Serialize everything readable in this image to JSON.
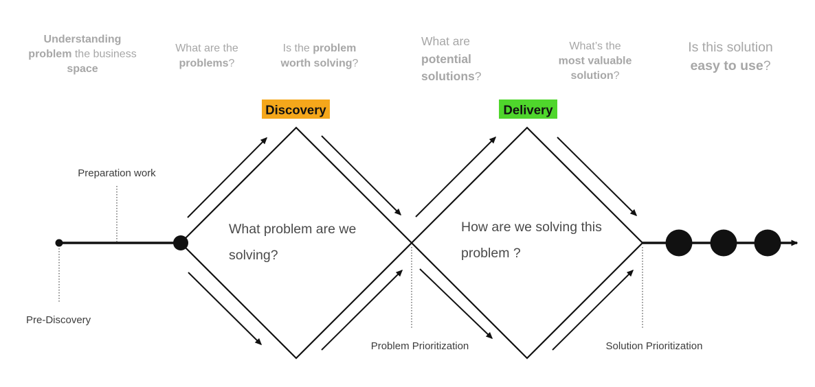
{
  "colors": {
    "discovery_bg": "#F5A71B",
    "delivery_bg": "#4FD62C",
    "heading_gray": "#A7A7A7",
    "label_gray": "#3C3C3C",
    "question_gray": "#4A4A4A",
    "ink": "#111111"
  },
  "headings": {
    "understanding": {
      "line1_bold": "Understanding",
      "line2_bold": "problem ",
      "line2_regular": "the business",
      "line3_bold": "space"
    },
    "what_problems": {
      "line1_regular": "What are the",
      "line2_bold": "problems",
      "line2_qmark": "?"
    },
    "worth_solving": {
      "line1_regular": "Is the ",
      "line1_bold": "problem",
      "line2_bold": "worth solving",
      "line2_qmark": "?"
    },
    "potential_solutions": {
      "line1_regular": "What are",
      "line2_bold": "potential",
      "line3_bold": "solutions",
      "line3_qmark": "?"
    },
    "most_valuable": {
      "line1_regular": "What’s the",
      "line2_bold": "most valuable",
      "line3_bold": "solution",
      "line3_qmark": "?"
    },
    "easy_to_use": {
      "line1_regular": "Is this solution",
      "line2_bold": "easy to use",
      "line2_qmark": "?"
    }
  },
  "stages": {
    "discovery": "Discovery",
    "delivery": "Delivery"
  },
  "milestones": {
    "preparation_work": "Preparation work",
    "pre_discovery": "Pre-Discovery",
    "problem_prioritization": "Problem Prioritization",
    "solution_prioritization": "Solution Prioritization"
  },
  "diamond_questions": {
    "discovery_line1": "What problem are we",
    "discovery_line2": "solving?",
    "delivery_line1": "How are we solving this",
    "delivery_line2": "problem ?"
  }
}
